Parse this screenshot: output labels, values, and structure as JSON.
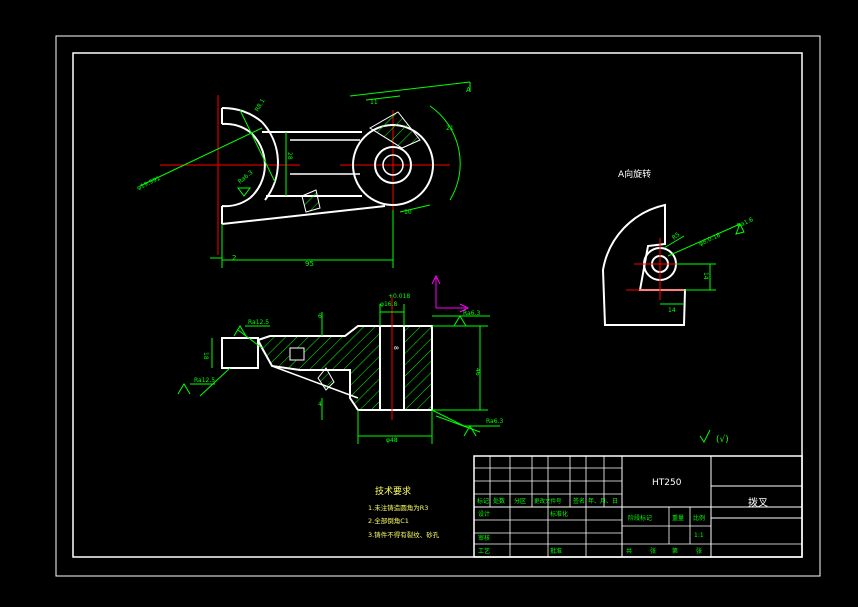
{
  "colors": {
    "background": "#000000",
    "outline": "#ffffff",
    "dimension": "#00ff00",
    "center": "#ff0000",
    "note_text": "#ffff66",
    "ucs": "#ff00ff"
  },
  "views": {
    "aux_title": "A向旋转",
    "view_arrow_label": "A"
  },
  "dims": {
    "main_len": "95",
    "main_small": "2",
    "main_h": "28",
    "main_r": "R8.1",
    "main_d": "φ26",
    "main_ang": "21",
    "main_11": "11",
    "main_10": "10",
    "main_ra_left": "φ19.991",
    "main_ra_sym": "Ra6.3",
    "sec_hole": "φ16.8",
    "sec_tol": "+0.018",
    "sec_ra_top": "Ra6.3",
    "sec_ra_left1": "Ra12.5",
    "sec_ra_left2": "Ra12.5",
    "sec_ra_right": "Ra6.3",
    "sec_height": "46",
    "sec_width": "φ48",
    "sec_left_h": "18",
    "sec_6": "6",
    "sec_8": "8",
    "sec_4": "4",
    "aux_ra": "Ra1.6",
    "aux_tol": "φ8.0.18",
    "aux_r": "R5",
    "aux_h": "14",
    "aux_w": "14",
    "rough_sym": "(√)"
  },
  "notes": {
    "title": "技术要求",
    "items": [
      "1.未注铸造圆角为R3",
      "2.全部倒角C1",
      "3.铸件不得有裂纹、砂孔"
    ]
  },
  "title_block": {
    "material": "HT250",
    "part_name": "拨叉",
    "row_labels": [
      "标记",
      "处数",
      "分区",
      "更改文件号",
      "签名",
      "年、月、日"
    ],
    "design": "设计",
    "standard": "标准化",
    "stage": "阶段标记",
    "weight": "重量",
    "scale_label": "比例",
    "scale": "1:1",
    "review": "审核",
    "process": "工艺",
    "approve": "批准",
    "sheet_total": "共",
    "sheet_label": "张",
    "sheet_no": "第",
    "sheet_label2": "张"
  }
}
